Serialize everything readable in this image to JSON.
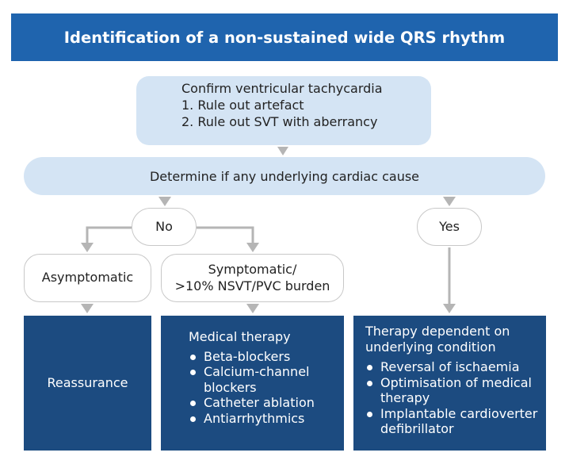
{
  "header": {
    "title": "Identification of a non-sustained wide QRS rhythm"
  },
  "confirm": {
    "title": "Confirm ventricular tachycardia",
    "steps": [
      "1. Rule out artefact",
      "2. Rule out SVT with aberrancy"
    ]
  },
  "determine": {
    "label": "Determine if any underlying cardiac cause"
  },
  "no": {
    "label": "No"
  },
  "yes": {
    "label": "Yes"
  },
  "asymptomatic": {
    "label": "Asymptomatic"
  },
  "symptomatic": {
    "line1": "Symptomatic/",
    "line2": ">10% NSVT/PVC burden"
  },
  "reassurance": {
    "label": "Reassurance"
  },
  "medical": {
    "title": "Medical therapy",
    "items": [
      "Beta-blockers",
      "Calcium-channel blockers",
      "Catheter ablation",
      "Antiarrhythmics"
    ]
  },
  "dependent": {
    "title": "Therapy dependent on underlying condition",
    "items": [
      "Reversal of ischaemia",
      "Optimisation of medical therapy",
      "Implantable cardioverter defibrillator"
    ]
  },
  "colors": {
    "header": "#1f64ae",
    "light": "#d4e4f4",
    "dark": "#1c4b80",
    "connector": "#b5b5b5"
  }
}
